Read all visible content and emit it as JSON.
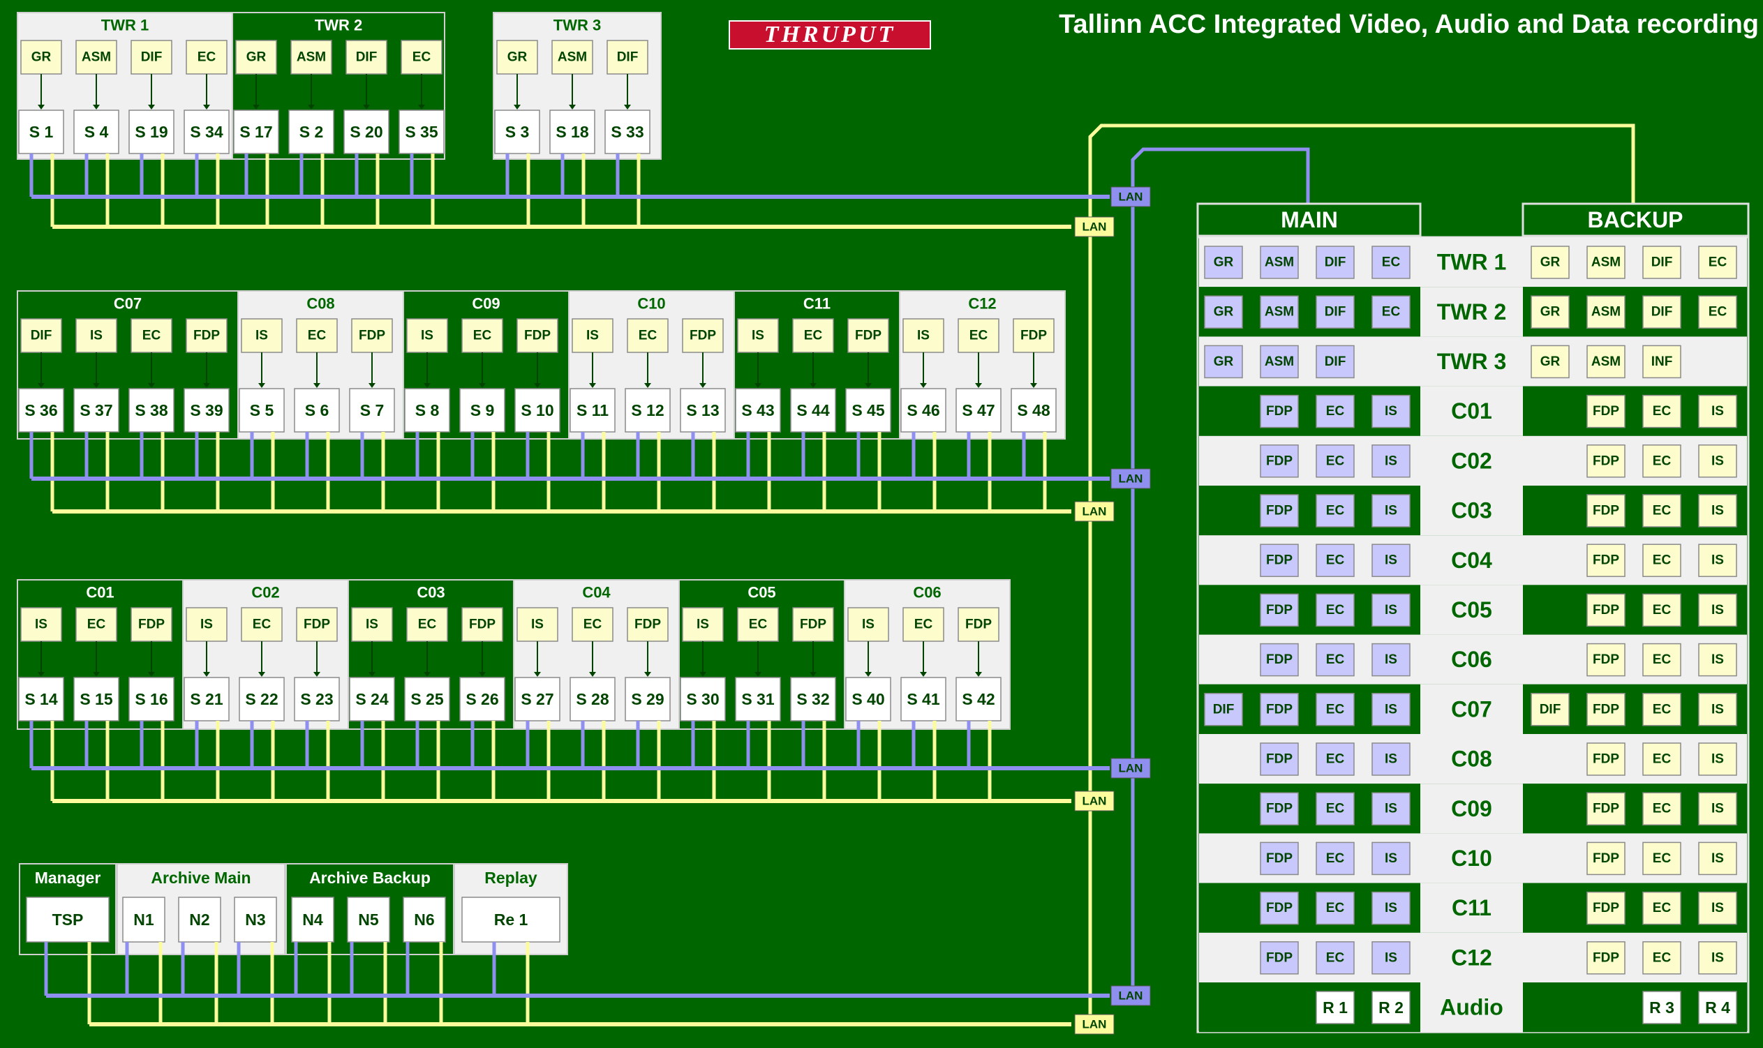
{
  "title": "Tallinn ACC Integrated Video, Audio and Data recording",
  "logo": "THRUPUT",
  "colors": {
    "background": "#006600",
    "light_panel": "#f0f0f0",
    "lan_blue": "#8f8ff0",
    "lan_yellow": "#fcfc9c",
    "purple_box": "#c8c8fc",
    "yellow_box": "#fcfccc"
  },
  "lan_label": "LAN",
  "rows": [
    {
      "id": "twr",
      "groups": [
        {
          "name": "TWR 1",
          "theme": "light",
          "items": [
            [
              "GR",
              "S 1"
            ],
            [
              "ASM",
              "S 4"
            ],
            [
              "DIF",
              "S 19"
            ],
            [
              "EC",
              "S 34"
            ]
          ]
        },
        {
          "name": "TWR 2",
          "theme": "dark",
          "items": [
            [
              "GR",
              "S 17"
            ],
            [
              "ASM",
              "S 2"
            ],
            [
              "DIF",
              "S 20"
            ],
            [
              "EC",
              "S 35"
            ]
          ]
        },
        {
          "name": "TWR 3",
          "theme": "light",
          "items": [
            [
              "GR",
              "S 3"
            ],
            [
              "ASM",
              "S 18"
            ],
            [
              "DIF",
              "S 33"
            ]
          ]
        }
      ]
    },
    {
      "id": "c07-c12",
      "groups": [
        {
          "name": "C07",
          "theme": "dark",
          "items": [
            [
              "DIF",
              "S 36"
            ],
            [
              "IS",
              "S 37"
            ],
            [
              "EC",
              "S 38"
            ],
            [
              "FDP",
              "S 39"
            ]
          ]
        },
        {
          "name": "C08",
          "theme": "light",
          "items": [
            [
              "IS",
              "S 5"
            ],
            [
              "EC",
              "S 6"
            ],
            [
              "FDP",
              "S 7"
            ]
          ]
        },
        {
          "name": "C09",
          "theme": "dark",
          "items": [
            [
              "IS",
              "S 8"
            ],
            [
              "EC",
              "S 9"
            ],
            [
              "FDP",
              "S 10"
            ]
          ]
        },
        {
          "name": "C10",
          "theme": "light",
          "items": [
            [
              "IS",
              "S 11"
            ],
            [
              "EC",
              "S 12"
            ],
            [
              "FDP",
              "S 13"
            ]
          ]
        },
        {
          "name": "C11",
          "theme": "dark",
          "items": [
            [
              "IS",
              "S 43"
            ],
            [
              "EC",
              "S 44"
            ],
            [
              "FDP",
              "S 45"
            ]
          ]
        },
        {
          "name": "C12",
          "theme": "light",
          "items": [
            [
              "IS",
              "S 46"
            ],
            [
              "EC",
              "S 47"
            ],
            [
              "FDP",
              "S 48"
            ]
          ]
        }
      ]
    },
    {
      "id": "c01-c06",
      "groups": [
        {
          "name": "C01",
          "theme": "dark",
          "items": [
            [
              "IS",
              "S 14"
            ],
            [
              "EC",
              "S 15"
            ],
            [
              "FDP",
              "S 16"
            ]
          ]
        },
        {
          "name": "C02",
          "theme": "light",
          "items": [
            [
              "IS",
              "S 21"
            ],
            [
              "EC",
              "S 22"
            ],
            [
              "FDP",
              "S 23"
            ]
          ]
        },
        {
          "name": "C03",
          "theme": "dark",
          "items": [
            [
              "IS",
              "S 24"
            ],
            [
              "EC",
              "S 25"
            ],
            [
              "FDP",
              "S 26"
            ]
          ]
        },
        {
          "name": "C04",
          "theme": "light",
          "items": [
            [
              "IS",
              "S 27"
            ],
            [
              "EC",
              "S 28"
            ],
            [
              "FDP",
              "S 29"
            ]
          ]
        },
        {
          "name": "C05",
          "theme": "dark",
          "items": [
            [
              "IS",
              "S 30"
            ],
            [
              "EC",
              "S 31"
            ],
            [
              "FDP",
              "S 32"
            ]
          ]
        },
        {
          "name": "C06",
          "theme": "light",
          "items": [
            [
              "IS",
              "S 40"
            ],
            [
              "EC",
              "S 41"
            ],
            [
              "FDP",
              "S 42"
            ]
          ]
        }
      ]
    }
  ],
  "servers": [
    {
      "name": "Manager",
      "theme": "dark",
      "nodes": [
        "TSP"
      ]
    },
    {
      "name": "Archive Main",
      "theme": "light",
      "nodes": [
        "N1",
        "N2",
        "N3"
      ]
    },
    {
      "name": "Archive Backup",
      "theme": "dark",
      "nodes": [
        "N4",
        "N5",
        "N6"
      ]
    },
    {
      "name": "Replay",
      "theme": "light",
      "nodes": [
        "Re 1"
      ]
    }
  ],
  "table": {
    "main_label": "MAIN",
    "backup_label": "BACKUP",
    "rows": [
      {
        "label": "TWR 1",
        "theme": "light",
        "main": [
          "GR",
          "ASM",
          "DIF",
          "EC"
        ],
        "backup": [
          "GR",
          "ASM",
          "DIF",
          "EC"
        ]
      },
      {
        "label": "TWR 2",
        "theme": "dark",
        "main": [
          "GR",
          "ASM",
          "DIF",
          "EC"
        ],
        "backup": [
          "GR",
          "ASM",
          "DIF",
          "EC"
        ]
      },
      {
        "label": "TWR 3",
        "theme": "light",
        "main": [
          "GR",
          "ASM",
          "DIF",
          ""
        ],
        "backup": [
          "GR",
          "ASM",
          "INF",
          ""
        ]
      },
      {
        "label": "C01",
        "theme": "dark",
        "main": [
          "",
          "FDP",
          "EC",
          "IS"
        ],
        "backup": [
          "",
          "FDP",
          "EC",
          "IS"
        ]
      },
      {
        "label": "C02",
        "theme": "light",
        "main": [
          "",
          "FDP",
          "EC",
          "IS"
        ],
        "backup": [
          "",
          "FDP",
          "EC",
          "IS"
        ]
      },
      {
        "label": "C03",
        "theme": "dark",
        "main": [
          "",
          "FDP",
          "EC",
          "IS"
        ],
        "backup": [
          "",
          "FDP",
          "EC",
          "IS"
        ]
      },
      {
        "label": "C04",
        "theme": "light",
        "main": [
          "",
          "FDP",
          "EC",
          "IS"
        ],
        "backup": [
          "",
          "FDP",
          "EC",
          "IS"
        ]
      },
      {
        "label": "C05",
        "theme": "dark",
        "main": [
          "",
          "FDP",
          "EC",
          "IS"
        ],
        "backup": [
          "",
          "FDP",
          "EC",
          "IS"
        ]
      },
      {
        "label": "C06",
        "theme": "light",
        "main": [
          "",
          "FDP",
          "EC",
          "IS"
        ],
        "backup": [
          "",
          "FDP",
          "EC",
          "IS"
        ]
      },
      {
        "label": "C07",
        "theme": "dark",
        "main": [
          "DIF",
          "FDP",
          "EC",
          "IS"
        ],
        "backup": [
          "DIF",
          "FDP",
          "EC",
          "IS"
        ]
      },
      {
        "label": "C08",
        "theme": "light",
        "main": [
          "",
          "FDP",
          "EC",
          "IS"
        ],
        "backup": [
          "",
          "FDP",
          "EC",
          "IS"
        ]
      },
      {
        "label": "C09",
        "theme": "dark",
        "main": [
          "",
          "FDP",
          "EC",
          "IS"
        ],
        "backup": [
          "",
          "FDP",
          "EC",
          "IS"
        ]
      },
      {
        "label": "C10",
        "theme": "light",
        "main": [
          "",
          "FDP",
          "EC",
          "IS"
        ],
        "backup": [
          "",
          "FDP",
          "EC",
          "IS"
        ]
      },
      {
        "label": "C11",
        "theme": "dark",
        "main": [
          "",
          "FDP",
          "EC",
          "IS"
        ],
        "backup": [
          "",
          "FDP",
          "EC",
          "IS"
        ]
      },
      {
        "label": "C12",
        "theme": "light",
        "main": [
          "",
          "FDP",
          "EC",
          "IS"
        ],
        "backup": [
          "",
          "FDP",
          "EC",
          "IS"
        ]
      },
      {
        "label": "Audio",
        "theme": "dark",
        "audio": true,
        "main": [
          "",
          "",
          "R 1",
          "R 2"
        ],
        "backup": [
          "",
          "",
          "R 3",
          "R 4"
        ]
      }
    ]
  }
}
